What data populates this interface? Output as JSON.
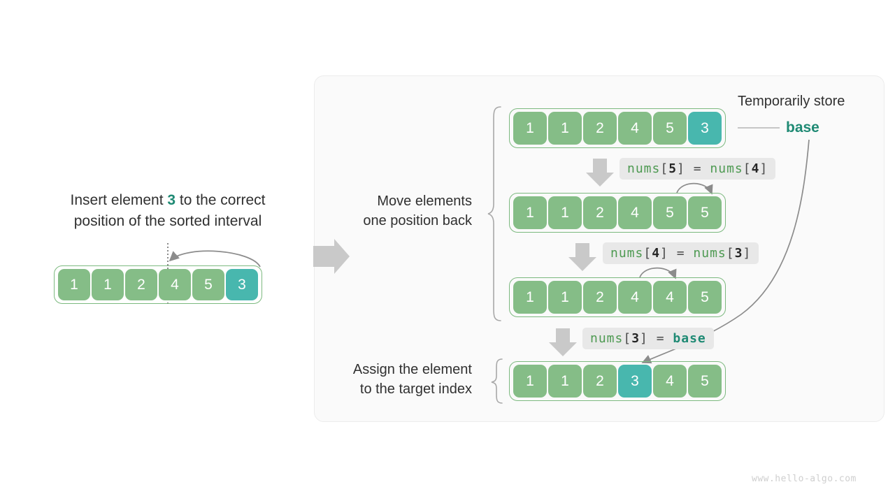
{
  "meta": {
    "watermark": "www.hello-algo.com"
  },
  "left": {
    "caption_line1_pre": "Insert element ",
    "caption_highlight": "3",
    "caption_line1_post": " to the correct",
    "caption_line2": "position of the sorted interval",
    "array": {
      "values": [
        "1",
        "1",
        "2",
        "4",
        "5",
        "3"
      ],
      "highlight_index": 5
    }
  },
  "flow_arrow": {
    "icon": "arrow-right-icon"
  },
  "right": {
    "labels": {
      "move": "Move elements\none position back",
      "assign": "Assign the element\nto the target index",
      "temporarily_store": "Temporarily store",
      "base": "base"
    },
    "rows": [
      {
        "id": "row-initial",
        "values": [
          "1",
          "1",
          "2",
          "4",
          "5",
          "3"
        ],
        "highlight_index": 5
      },
      {
        "id": "row-shift-5",
        "values": [
          "1",
          "1",
          "2",
          "4",
          "5",
          "5"
        ],
        "highlight_index": -1
      },
      {
        "id": "row-shift-4",
        "values": [
          "1",
          "1",
          "2",
          "4",
          "4",
          "5"
        ],
        "highlight_index": -1
      },
      {
        "id": "row-final",
        "values": [
          "1",
          "1",
          "2",
          "3",
          "4",
          "5"
        ],
        "highlight_index": 3
      }
    ],
    "code_steps": [
      {
        "id": "step-1",
        "lhs_fn": "nums",
        "lhs_index": "5",
        "op": "=",
        "rhs_fn": "nums",
        "rhs_index": "4",
        "rhs_is_base": false
      },
      {
        "id": "step-2",
        "lhs_fn": "nums",
        "lhs_index": "4",
        "op": "=",
        "rhs_fn": "nums",
        "rhs_index": "3",
        "rhs_is_base": false
      },
      {
        "id": "step-3",
        "lhs_fn": "nums",
        "lhs_index": "3",
        "op": "=",
        "rhs_base": "base",
        "rhs_is_base": true
      }
    ]
  },
  "colors": {
    "cell_green": "#85bd87",
    "cell_teal": "#48b7ae",
    "array_border": "#7cb97f",
    "accent_teal": "#1f8a74",
    "arrow_gray": "#9a9a9a",
    "big_arrow_gray": "#c9c9c9",
    "panel_bg": "#fafafa",
    "chip_bg": "#e8e8e8",
    "text": "#303030"
  }
}
